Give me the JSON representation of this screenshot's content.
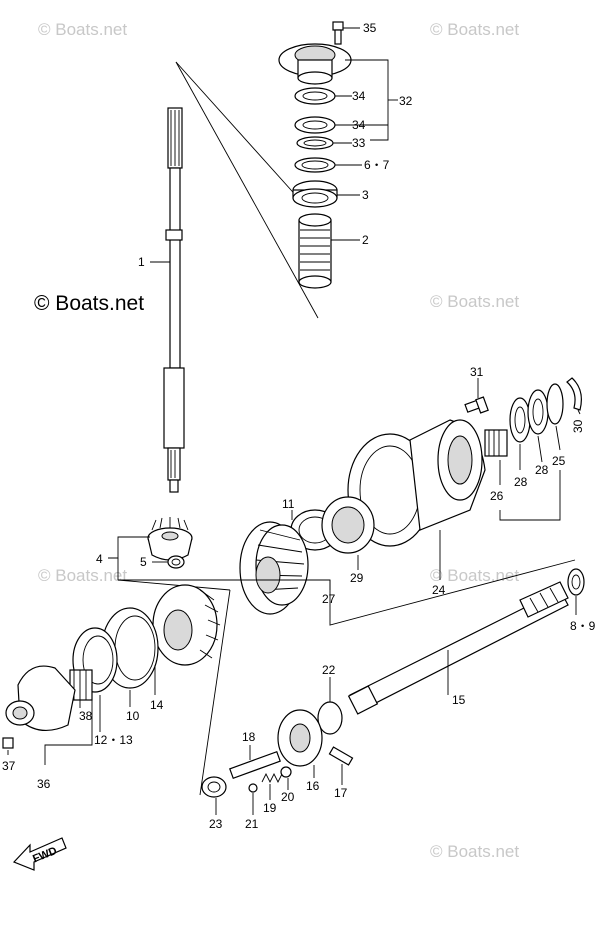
{
  "watermarks": {
    "top_left": "© Boats.net",
    "top_right": "© Boats.net",
    "mid_left": "© Boats.net",
    "mid_right": "© Boats.net",
    "lower_left": "© Boats.net",
    "lower_right": "© Boats.net",
    "bottom_right": "© Boats.net",
    "strong": "© Boats.net"
  },
  "fwd_label": "FWD",
  "labels": {
    "p1": "1",
    "p2": "2",
    "p3": "3",
    "p4": "4",
    "p5": "5",
    "p67": "6・7",
    "p89": "8・9",
    "p10": "10",
    "p11": "11",
    "p1213": "12・13",
    "p14": "14",
    "p15": "15",
    "p16": "16",
    "p17": "17",
    "p18": "18",
    "p19": "19",
    "p20": "20",
    "p21": "21",
    "p22": "22",
    "p23": "23",
    "p24": "24",
    "p25": "25",
    "p26": "26",
    "p27": "27",
    "p28a": "28",
    "p28b": "28",
    "p29": "29",
    "p30": "30",
    "p31": "31",
    "p32": "32",
    "p33": "33",
    "p34a": "34",
    "p34b": "34",
    "p35": "35",
    "p36": "36",
    "p37": "37",
    "p38": "38"
  }
}
